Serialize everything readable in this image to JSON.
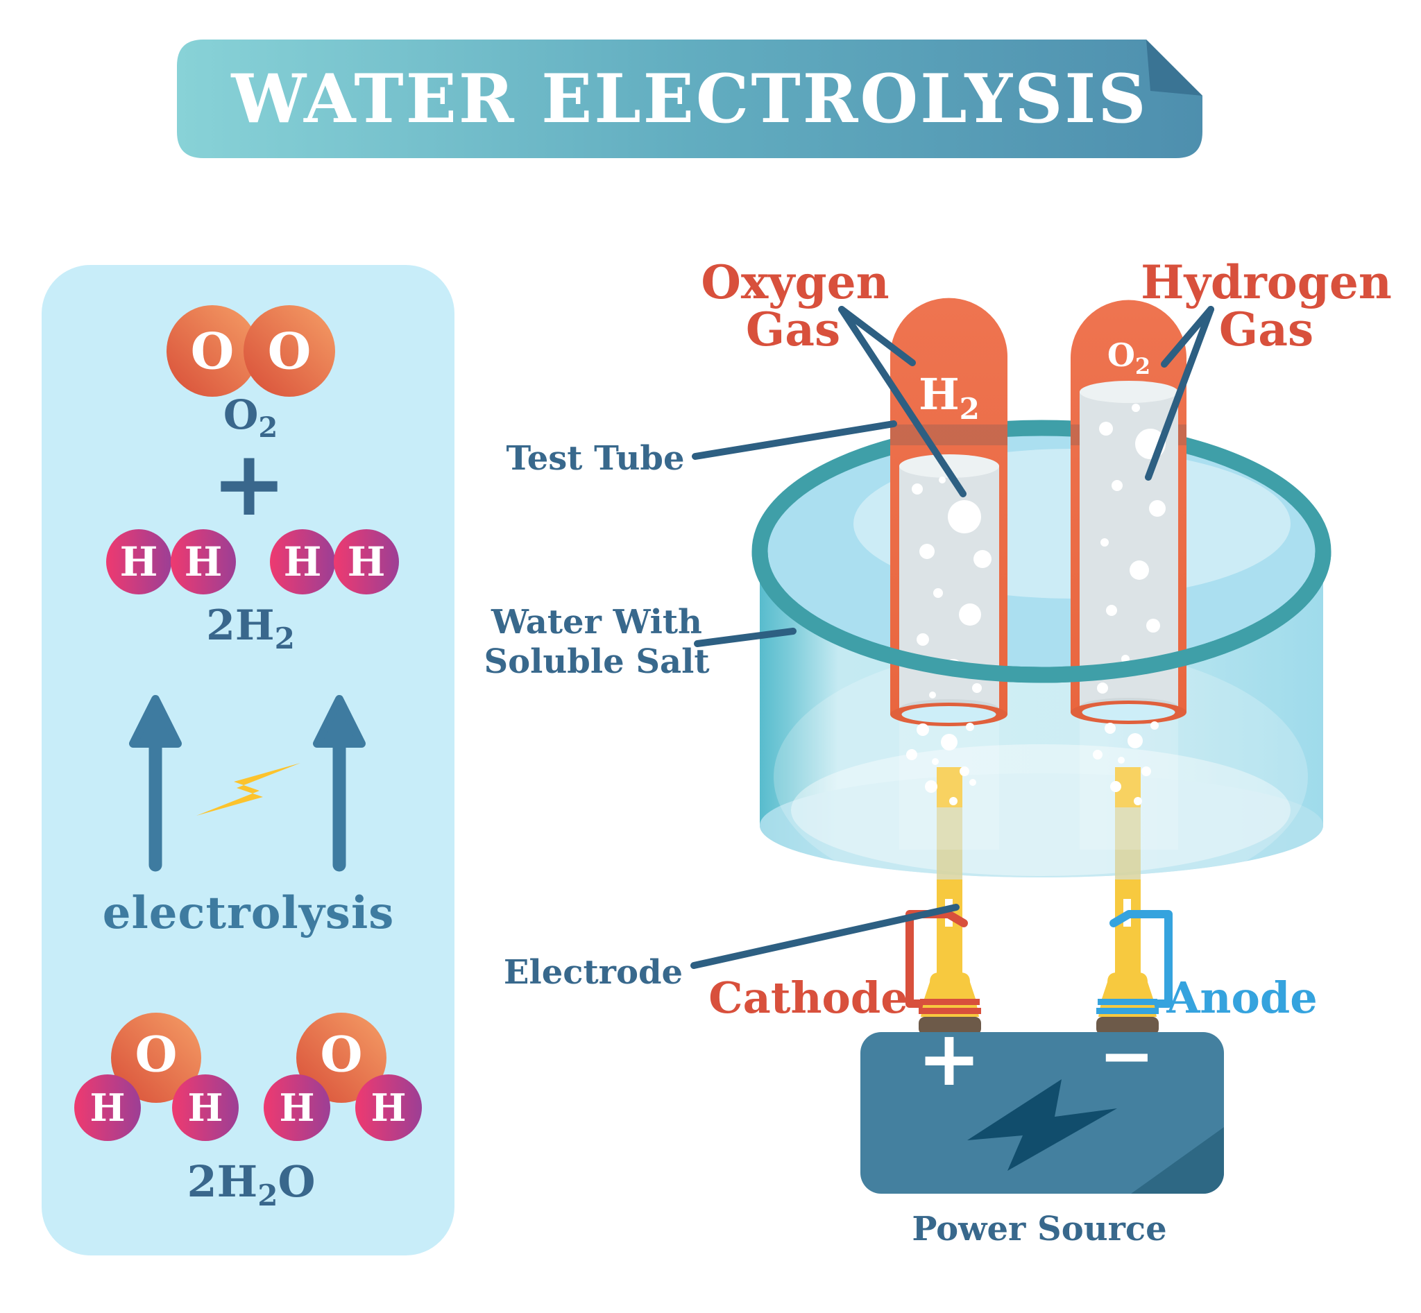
{
  "banner": {
    "title": "WATER ELECTROLYSIS"
  },
  "colors": {
    "banner_left": "#88d2d7",
    "banner_right": "#4e8fae",
    "banner_fold": "#3a7494",
    "panel_bg": "#c8edf9",
    "chem_text": "#39678c",
    "arrow_blue": "#3e7ba0",
    "lightning_yellow": "#fcc32d",
    "white": "#ffffff",
    "steel_label": "#38688c",
    "leader_line": "#2d5f82",
    "red_label": "#d8503c",
    "anode_blue": "#35a3de",
    "tube_orange": "#ed7149",
    "tube_orange_deep": "#e0603c",
    "tube_opening": "#cdeef8",
    "rim_teal": "#3f9fa8",
    "water_body": "#bde6f1",
    "water_surface": "#abdff0",
    "gas_column": "#dce3e6",
    "gas_column_top": "#edf2f3",
    "electrode_yellow": "#f7c93f",
    "electrode_muted": "#d9d49c",
    "terminal_brown": "#6d5a49",
    "battery_blue": "#44809f",
    "battery_fold": "#2e6884",
    "bolt_navy": "#114d6c"
  },
  "left_panel": {
    "oxygen_letter": "O",
    "hydrogen_letter": "H",
    "o2_label": {
      "base": "O",
      "sub": "2"
    },
    "plus": "+",
    "h2_label": {
      "base": "2H",
      "sub": "2"
    },
    "electrolysis_label": "electrolysis",
    "h2o_label": {
      "base": "2H",
      "sub": "2",
      "tail": "O"
    }
  },
  "diagram": {
    "labels": {
      "oxygen_gas": [
        "Oxygen",
        "Gas"
      ],
      "hydrogen_gas": [
        "Hydrogen",
        "Gas"
      ],
      "test_tube": "Test Tube",
      "water_soluble_salt": [
        "Water With",
        "Soluble Salt"
      ],
      "electrode": "Electrode",
      "cathode": "Cathode",
      "anode": "Anode",
      "power_source": "Power Source",
      "h2_tube": {
        "base": "H",
        "sub": "2"
      },
      "o2_tube": {
        "base": "O",
        "sub": "2"
      },
      "battery_plus": "+",
      "battery_minus": "−"
    }
  }
}
